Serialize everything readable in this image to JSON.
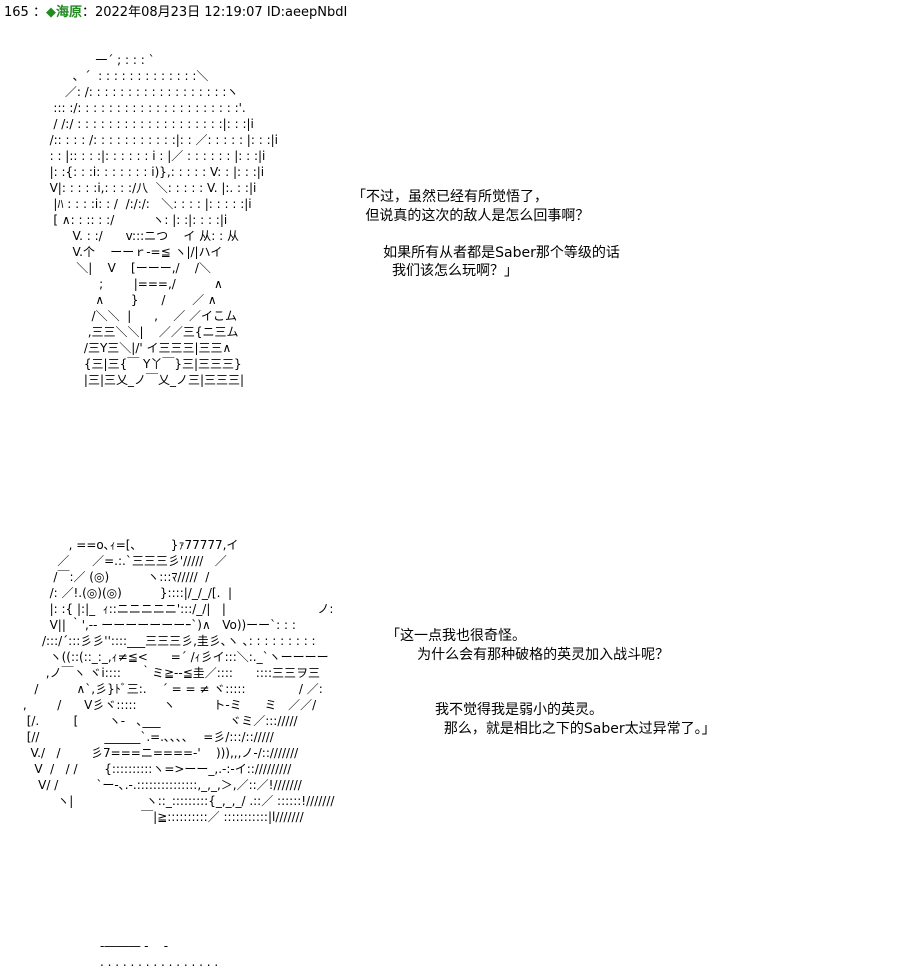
{
  "post_header": {
    "number": "165",
    "separator1": " ：",
    "name": "◆海原",
    "separator2": "：",
    "datetime": "2022年08月23日 12:19:07",
    "id": "ID:aeepNbdI"
  },
  "art_blocks": [
    {
      "name": "ascii-art-saber",
      "text": "                         一´ ; : : : `\n                   、´  : : : : : : : : : : : : :＼\n                 ／: /: : : : : : : : : : : : : : : : : :ヽ\n              ::: :/: : : : : : : : : : : : : : : : : : : : :'.\n              / /:/ : : : : : : : : : : : : : : : : : : :|: : :|i\n             /:: : : : /: : : : : : : : : : :|: : ／: : : : : |: : :|i\n             : : |:: : : :|: : : : : : i : |／ : : : : : : |: : :|i\n             |: :{: : :i: : : : : : : i)},: : : : : V: : |: : :|i\n             V|: : : : :i,: : : :/八  ＼: : : : : V. |:. : :|i\n              |ﾊ : : : :i: : /  /:/:/:   ＼: : : : |: : : : :|i\n              [ ∧: : :: : :/          ヽ: |: :|: : : :|i\n                   V. : :/      v:::ニつ    イ 从: : 从\n                   V.个    ーーｒ-=≦ ヽ|/|ハイ\n                    ＼|    V    [ーーー,/    /＼\n                          ;        |===,/          ∧\n                         ∧       }      /       ／ ∧\n                        /＼＼  |      ,    ／ ／イこム\n                       ,三三＼＼|    ／／三{ニ三ム\n                      /三Y三＼|/' イ三三三|三三∧\n                      {三|三{￣ Y丫￣}三|三三三}\n                      |三|三乂_ノ￣乂_ノ三|三三三|"
    },
    {
      "name": "ascii-art-character",
      "text": "                  , ==o､ｨ=[､         }ｧ77777,イ\n               ／      ／=.:.`三三三彡'/////   ／\n              /￣:／ (◎)          ヽ:::ﾏ/////  /\n             /: ／!.(◎)(◎)          }::::|/_/_/[.  |\n             |: :{ |:|_  ｨ::ニニニニニ':::/_/|   |                        ノ:\n             V|| ｀',‐‐ ーーーーーーーｰ`)∧   Vo))ーー`: : :\n           /:::/´:::彡彡''::::___三三三彡,圭彡､ヽ ､: : : : : : : : :\n             ヽ((::(::_:_,ｨ≠≦<      =´ /ｨ彡イ:::＼:._`ヽーーーー\n            ,ノ￣ヽ ヾi::::     ｀ミ≧--≦圭／::::      ::::三三ヲ三\n         /          ∧`,彡}ﾄﾞ三:.    ´ = = ≠ ヾ:::::              / ／:\n      ,        /      V彡ヾ:::::       ヽ          ト-ミ      ミ   ／／/\n       [/.         [        ヽ-   ､___                  ヾミ／::://///\n       [//                 ______`.=.､､､､    =彡/:::/:://///\n        V./   /        彡7===ニ====-'    ))),,,ノ-/::///////\n         V  /   / /       {::::::::::ヽ=>ーー_,.-:-イ:://///////\n          V/ /          `ー-､.-.:::::::::::::::,_,_,＞,／::／!///////\n               ヽ|                   ヽ::_:::::::::{_,_,_/ .::／ ::::::!///////\n                                     ￣|≧::::::::::／ :::::::::::|l///////"
    },
    {
      "name": "ascii-art-bottom",
      "text": "-――― -    -\n. . . . . . . . . . . . . . . ."
    }
  ],
  "dialogs": [
    {
      "name": "dialog-1",
      "text": "「不过，虽然已经有所觉悟了，\n   但说真的这次的敌人是怎么回事啊？\n\n       如果所有从者都是Saber那个等级的话\n         我们该怎么玩啊？」"
    },
    {
      "name": "dialog-2",
      "text": "「这一点我也很奇怪。\n       为什么会有那种破格的英灵加入战斗呢？\n\n\n           我不觉得我是弱小的英灵。\n             那么，就是相比之下的Saber太过异常了。」"
    }
  ]
}
